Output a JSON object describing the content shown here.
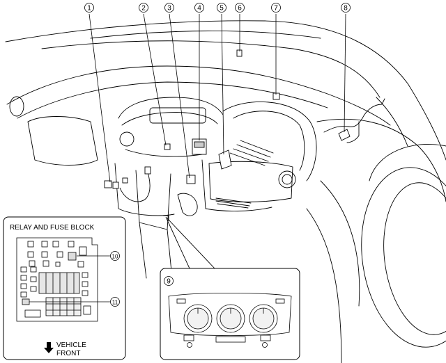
{
  "callouts": [
    "1",
    "2",
    "3",
    "4",
    "5",
    "6",
    "7",
    "8",
    "9",
    "10",
    "11"
  ],
  "relay_box": {
    "title": "RELAY AND FUSE BLOCK",
    "direction_line1": "VEHICLE",
    "direction_line2": "FRONT"
  }
}
